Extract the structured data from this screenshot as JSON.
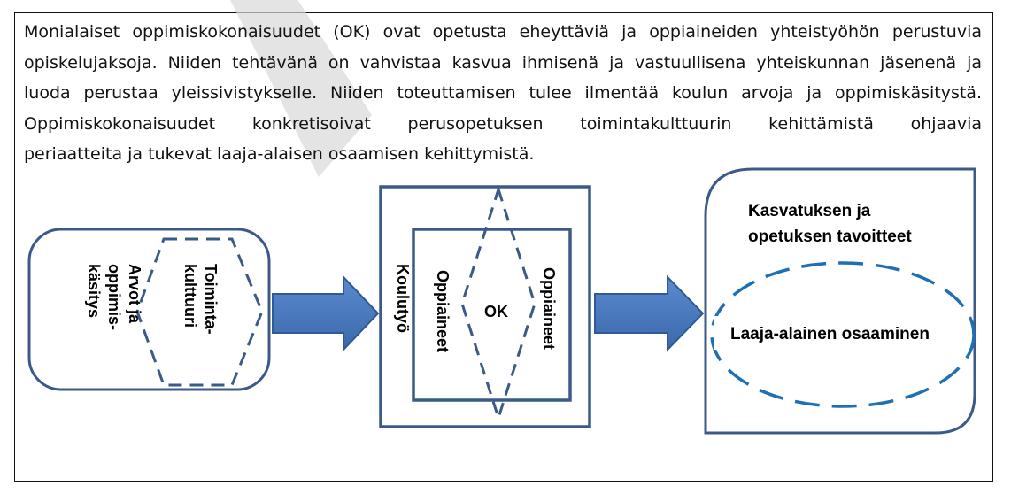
{
  "paragraph": {
    "lines": [
      "Monialaiset oppimiskokonaisuudet (OK) ovat opetusta eheyttäviä ja oppiaineiden yhteistyöhön perustuvia",
      "opiskelujaksoja. Niiden tehtävänä on vahvistaa kasvua ihmisenä ja vastuullisena yhteiskunnan jäsenenä ja",
      "luoda perustaa yleissivistykselle. Niiden toteuttamisen tulee ilmentää koulun arvoja ja oppimiskäsitystä.",
      "Oppimiskokonaisuudet konkretisoivat perusopetuksen toimintakulttuurin kehittämistä ohjaavia",
      "periaatteita ja tukevat laaja-alaisen osaamisen kehittymistä."
    ]
  },
  "left_box": {
    "col1": [
      "Toiminta-",
      "kulttuuri"
    ],
    "col2": [
      "Arvot ja",
      "oppimis-",
      "käsitys"
    ]
  },
  "middle_box": {
    "outer_label": "Koulutyö",
    "left_label": "Oppiaineet",
    "right_label": "Oppiaineet",
    "center_label": "OK"
  },
  "right_box": {
    "title_lines": [
      "Kasvatuksen ja",
      "opetuksen tavoitteet"
    ],
    "ellipse_label": "Laaja-alainen osaaminen"
  },
  "colors": {
    "box_border": "#3c5a88",
    "arrow_fill": "#4a7abf",
    "arrow_dark": "#2f5a96",
    "ellipse": "#1f6fb5",
    "watermark": "#d9d9d9"
  }
}
